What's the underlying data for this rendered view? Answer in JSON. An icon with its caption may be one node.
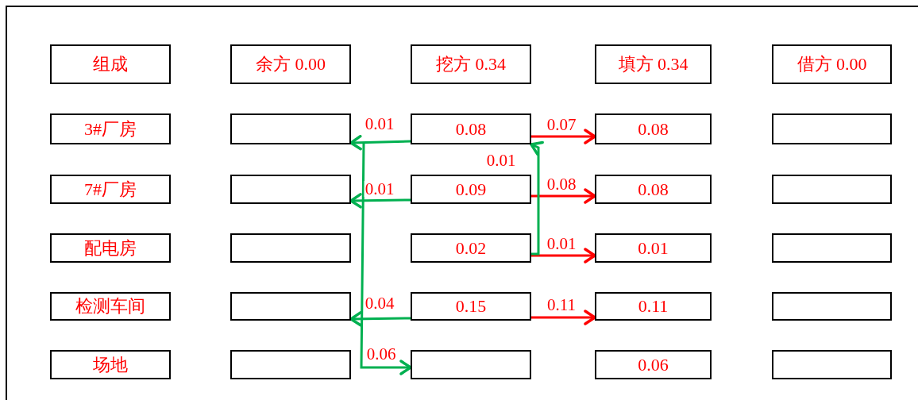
{
  "diagram": {
    "nodes": [
      {
        "text": [
          "组成"
        ]
      },
      {
        "text": [
          "余方 0.00"
        ]
      },
      {
        "text": [
          "挖方 0.34"
        ]
      },
      {
        "text": [
          "填方 0.34"
        ]
      },
      {
        "text": [
          "借方 0.00"
        ]
      },
      {
        "text": [
          "3#厂房"
        ]
      },
      {
        "text": [],
        "shape": "box"
      },
      {
        "text": [
          "0.08"
        ]
      },
      {
        "text": [
          "0.08"
        ]
      },
      {
        "text": [],
        "shape": "box"
      },
      {
        "text": [
          "7#厂房"
        ]
      },
      {
        "text": [],
        "shape": "box"
      },
      {
        "text": [
          "0.09"
        ]
      },
      {
        "text": [
          "0.08"
        ]
      },
      {
        "text": [],
        "shape": "box"
      },
      {
        "text": [
          "配电房"
        ]
      },
      {
        "text": [],
        "shape": "box"
      },
      {
        "text": [
          "0.02"
        ]
      },
      {
        "text": [
          "0.01"
        ]
      },
      {
        "text": [],
        "shape": "box"
      },
      {
        "text": [
          "检测车间"
        ]
      },
      {
        "text": [],
        "shape": "box"
      },
      {
        "text": [
          "0.15"
        ]
      },
      {
        "text": [
          "0.11"
        ]
      },
      {
        "text": [],
        "shape": "box"
      },
      {
        "text": [
          "场地"
        ]
      },
      {
        "text": [],
        "shape": "box"
      },
      {
        "text": [],
        "shape": "box"
      },
      {
        "text": [
          "0.06"
        ]
      },
      {
        "text": [],
        "shape": "box"
      }
    ],
    "edges": [
      {
        "from": 7,
        "to": 6,
        "arrow": "to",
        "label": "0.01",
        "color": "#00b050"
      },
      {
        "from": 12,
        "to": 11,
        "arrow": "to",
        "label": "0.01",
        "color": "#00b050"
      },
      {
        "from": 22,
        "to": 21,
        "arrow": "to",
        "label": "0.04",
        "color": "#00b050"
      },
      {
        "from": null,
        "to": 27,
        "arrow": "to",
        "label": "0.06",
        "color": "#00b050"
      },
      {
        "from": 7,
        "to": 8,
        "arrow": "to",
        "label": "0.07",
        "color": "#ff0000"
      },
      {
        "from": 12,
        "to": 13,
        "arrow": "to",
        "label": "0.08",
        "color": "#ff0000"
      },
      {
        "from": 17,
        "to": 18,
        "arrow": "to",
        "label": "0.01",
        "color": "#ff0000"
      },
      {
        "from": 22,
        "to": 23,
        "arrow": "to",
        "label": "0.11",
        "color": "#ff0000"
      },
      {
        "from": 17,
        "to": 7,
        "arrow": "to",
        "label": "0.01",
        "color": "#00b050"
      }
    ]
  }
}
